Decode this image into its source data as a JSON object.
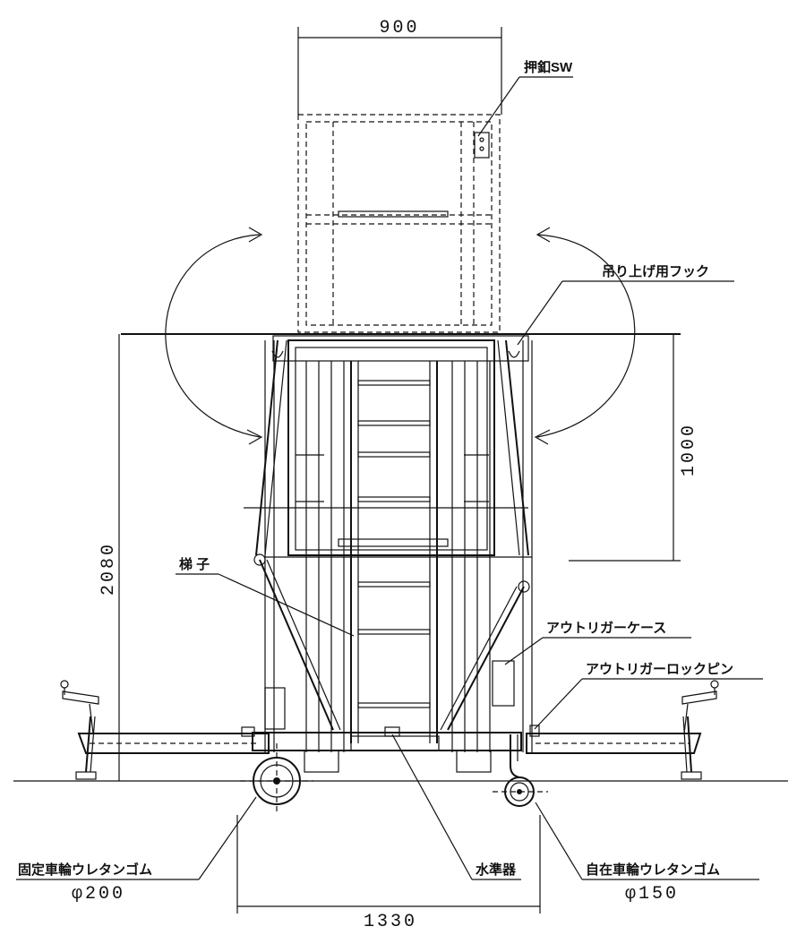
{
  "dimensions": {
    "top_width": "900",
    "base_width": "1330",
    "total_height": "2080",
    "platform_height": "1000"
  },
  "labels": {
    "push_switch": "押釦SW",
    "lifting_hook": "吊り上げ用フック",
    "ladder": "梯 子",
    "outrigger_case": "アウトリガーケース",
    "outrigger_lock_pin": "アウトリガーロックピン",
    "fixed_wheel": "固定車輪ウレタンゴム",
    "fixed_wheel_size": "φ200",
    "level": "水準器",
    "caster_wheel": "自在車輪ウレタンゴム",
    "caster_wheel_size": "φ150"
  }
}
